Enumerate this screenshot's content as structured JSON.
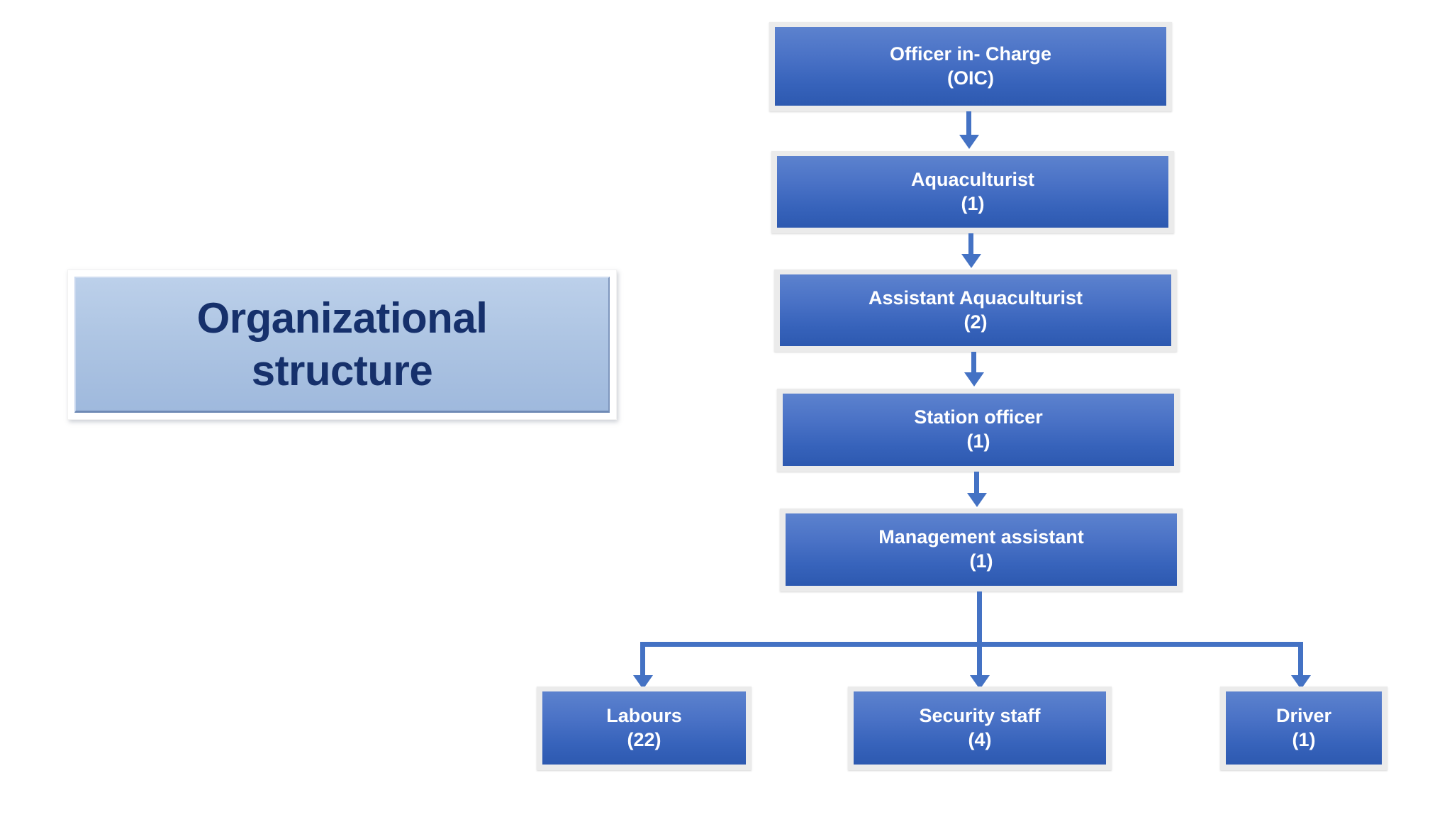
{
  "slide": {
    "title_card": {
      "text": "Organizational structure",
      "line1": "Organizational",
      "line2": "structure",
      "fill_color": "#aec5e3",
      "text_color": "#16306b"
    }
  },
  "chart_data": {
    "type": "diagram",
    "diagram_kind": "organizational-chart",
    "title": "Organizational structure",
    "node_fill_color": "#4472c4",
    "node_text_color": "#ffffff",
    "connector_color": "#4472c4",
    "chain": [
      {
        "id": "oic",
        "label": "Officer in- Charge",
        "count": "(OIC)",
        "count_value": null
      },
      {
        "id": "aquaculturist",
        "label": "Aquaculturist",
        "count": "(1)",
        "count_value": 1
      },
      {
        "id": "assistant-aquaculturist",
        "label": "Assistant Aquaculturist",
        "count": "(2)",
        "count_value": 2
      },
      {
        "id": "station-officer",
        "label": "Station officer",
        "count": "(1)",
        "count_value": 1
      },
      {
        "id": "management-assistant",
        "label": "Management assistant",
        "count": "(1)",
        "count_value": 1
      }
    ],
    "branch_children": [
      {
        "id": "labours",
        "label": "Labours",
        "count": "(22)",
        "count_value": 22
      },
      {
        "id": "security-staff",
        "label": "Security staff",
        "count": "(4)",
        "count_value": 4
      },
      {
        "id": "driver",
        "label": "Driver",
        "count": "(1)",
        "count_value": 1
      }
    ],
    "edges": [
      {
        "from": "oic",
        "to": "aquaculturist"
      },
      {
        "from": "aquaculturist",
        "to": "assistant-aquaculturist"
      },
      {
        "from": "assistant-aquaculturist",
        "to": "station-officer"
      },
      {
        "from": "station-officer",
        "to": "management-assistant"
      },
      {
        "from": "management-assistant",
        "to": "labours"
      },
      {
        "from": "management-assistant",
        "to": "security-staff"
      },
      {
        "from": "management-assistant",
        "to": "driver"
      }
    ]
  }
}
